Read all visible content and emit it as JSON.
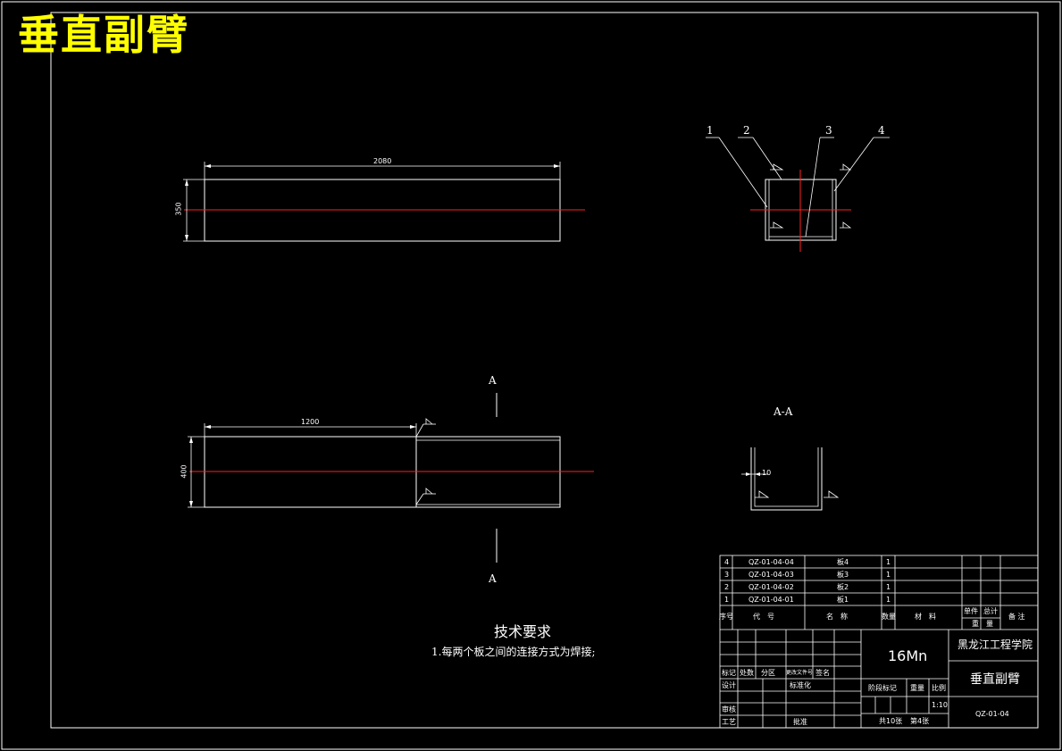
{
  "drawing_title": "垂直副臂",
  "views": {
    "top_view": {
      "length_dim": "2080",
      "height_dim": "350"
    },
    "front_view": {
      "segment_dim": "1200",
      "height_dim": "400",
      "section_mark_top": "A",
      "section_mark_bottom": "A"
    },
    "end_view": {
      "part_labels": [
        "1",
        "2",
        "3",
        "4"
      ]
    },
    "section_view": {
      "title": "A-A",
      "thickness_dim": "10"
    }
  },
  "technical_requirements": {
    "heading": "技术要求",
    "items": [
      "1.每两个板之间的连接方式为焊接;"
    ]
  },
  "parts_list": {
    "rows": [
      {
        "no": "4",
        "code": "QZ-01-04-04",
        "name": "板4",
        "qty": "1"
      },
      {
        "no": "3",
        "code": "QZ-01-04-03",
        "name": "板3",
        "qty": "1"
      },
      {
        "no": "2",
        "code": "QZ-01-04-02",
        "name": "板2",
        "qty": "1"
      },
      {
        "no": "1",
        "code": "QZ-01-04-01",
        "name": "板1",
        "qty": "1"
      }
    ],
    "header": {
      "no": "序号",
      "code": "代　号",
      "name": "名　称",
      "qty": "数量",
      "material": "材　料",
      "unit_weight": "单件",
      "total_weight": "总计",
      "weight": "重　量",
      "remark": "备 注"
    }
  },
  "title_block": {
    "material": "16Mn",
    "school": "黑龙江工程学院",
    "part_name": "垂直副臂",
    "drawing_no": "QZ-01-04",
    "scale": "1:10",
    "sheets": "共10张",
    "sheet_no": "第4张",
    "labels": {
      "mark": "标记",
      "count": "处数",
      "zone": "分区",
      "change_doc": "更改文件号",
      "signature": "签名",
      "design": "设计",
      "standardize": "标准化",
      "stage_mark": "阶段标记",
      "weight": "重量",
      "ratio": "比例",
      "review": "审核",
      "process": "工艺",
      "approve": "批准"
    }
  },
  "colors": {
    "line": "#ffffff",
    "centerline": "#ff0000",
    "title": "#ffff00",
    "background": "#000000"
  }
}
